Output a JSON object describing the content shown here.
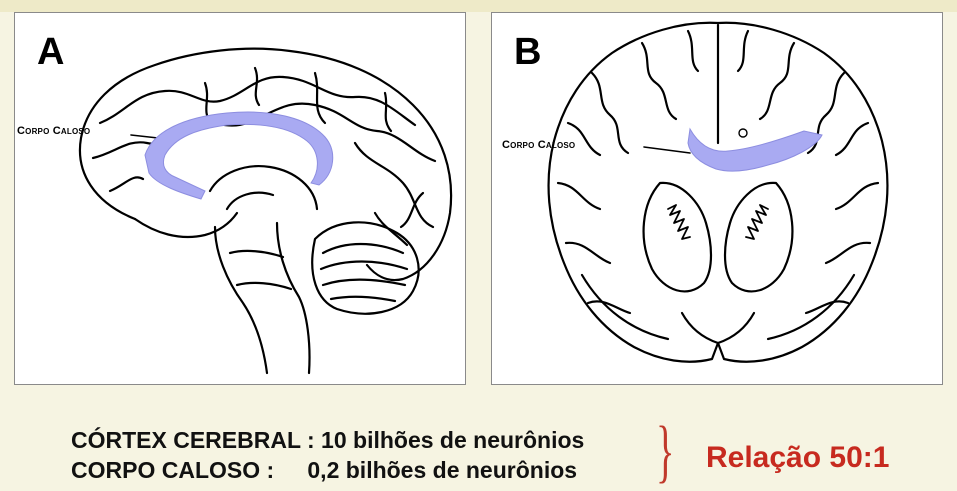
{
  "panels": {
    "a": {
      "letter": "A",
      "label": "Corpo Caloso"
    },
    "b": {
      "letter": "B",
      "label": "Corpo Caloso"
    }
  },
  "caption": {
    "row1": {
      "label": "CÓRTEX CEREBRAL :",
      "value": "10  bilhões de neurônios"
    },
    "row2": {
      "label": "CORPO CALOSO :",
      "value": "0,2 bilhões de neurônios"
    },
    "ratio": "Relação 50:1"
  },
  "colors": {
    "corpus_callosum": "#a9aaf2",
    "ratio_text": "#c72a1f",
    "background": "#f6f4e2"
  }
}
